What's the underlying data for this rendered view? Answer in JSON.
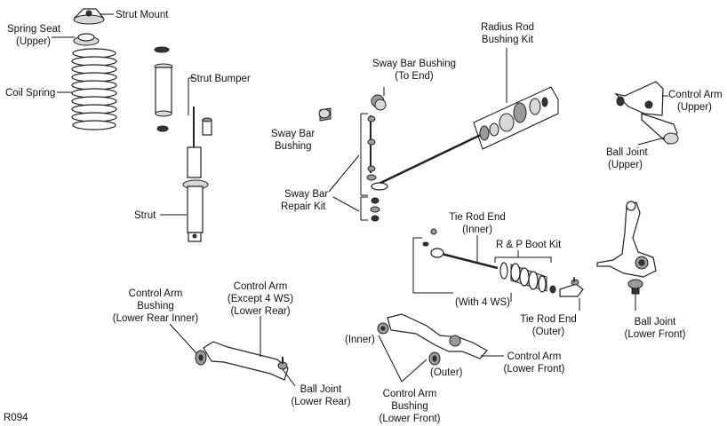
{
  "diagram_id": "R094",
  "labels": {
    "strut_mount": "Strut Mount",
    "spring_seat": [
      "Spring Seat",
      "(Upper)"
    ],
    "coil_spring": "Coil Spring",
    "strut_bumper": "Strut Bumper",
    "strut": "Strut",
    "sway_bar_bushing_end": [
      "Sway Bar Bushing",
      "(To End)"
    ],
    "sway_bar_bushing": [
      "Sway Bar",
      "Bushing"
    ],
    "sway_bar_repair_kit": [
      "Sway Bar",
      "Repair Kit"
    ],
    "radius_rod_bushing_kit": [
      "Radius Rod",
      "Bushing Kit"
    ],
    "control_arm_upper": [
      "Control Arm",
      "(Upper)"
    ],
    "ball_joint_upper": [
      "Ball Joint",
      "(Upper)"
    ],
    "tie_rod_end_inner": [
      "Tie Rod End",
      "(Inner)"
    ],
    "rp_boot_kit": "R & P Boot Kit",
    "with_4ws": "(With 4 WS)",
    "tie_rod_end_outer": [
      "Tie Rod End",
      "(Outer)"
    ],
    "ball_joint_lower_front": [
      "Ball Joint",
      "(Lower Front)"
    ],
    "control_arm_bushing_lower_rear_inner": [
      "Control Arm",
      "Bushing",
      "(Lower Rear Inner)"
    ],
    "control_arm_lower_rear": [
      "Control Arm",
      "(Except 4 WS)",
      "(Lower Rear)"
    ],
    "ball_joint_lower_rear": [
      "Ball Joint",
      "(Lower Rear)"
    ],
    "inner": "(Inner)",
    "outer": "(Outer)",
    "control_arm_lower_front": [
      "Control Arm",
      "(Lower Front)"
    ],
    "control_arm_bushing_lower_front": [
      "Control Arm",
      "Bushing",
      "(Lower Front)"
    ]
  }
}
